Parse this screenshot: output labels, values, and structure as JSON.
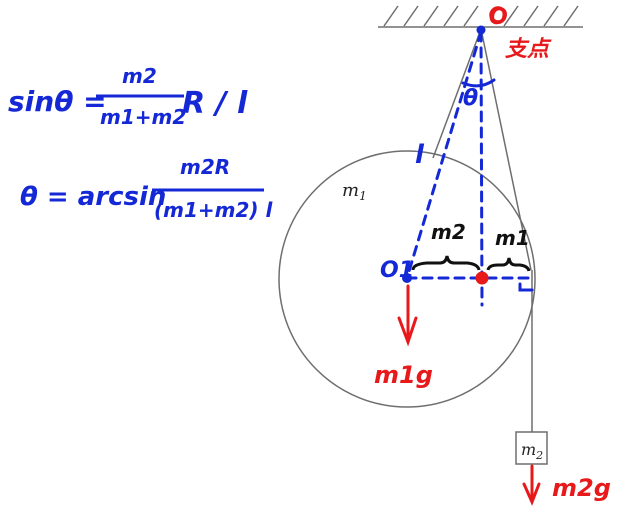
{
  "diagram": {
    "formulas": {
      "sin_lhs": "sinθ =",
      "sin_num": "m2",
      "sin_den": "m1+m2",
      "sin_tail": "R / l",
      "theta_lhs": "θ = arcsin",
      "theta_num": "m2R",
      "theta_den": "(m1+m2) l"
    },
    "labels": {
      "pivot_o": "O",
      "pivot_cn": "支点",
      "theta": "θ",
      "string_l": "l",
      "disk_mass": "m",
      "disk_mass_sub": "1",
      "center_o1": "O1",
      "arm_m2": "m2",
      "arm_m1": "m1",
      "force_m1g": "m1g",
      "block_mass": "m",
      "block_mass_sub": "2",
      "force_m2g": "m2g"
    },
    "colors": {
      "ink_blue": "#1428d6",
      "ink_red": "#e8191b",
      "line_gray": "#6e6e6e",
      "black": "#222222"
    }
  }
}
